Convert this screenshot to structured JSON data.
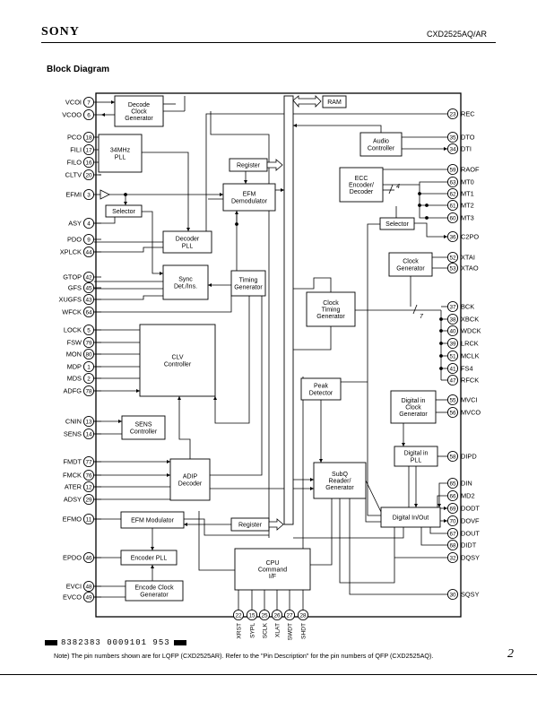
{
  "header": {
    "brand": "SONY",
    "part": "CXD2525AQ/AR"
  },
  "section_title": "Block Diagram",
  "blocks": {
    "decode_clock": [
      "Decode",
      "Clock",
      "Generator"
    ],
    "pll34": [
      "34MHz",
      "PLL"
    ],
    "register_top": [
      "Register"
    ],
    "efm_demod": [
      "EFM",
      "Demodulator"
    ],
    "selector_left": [
      "Selector"
    ],
    "decoder_pll": [
      "Decoder",
      "PLL"
    ],
    "sync_det": [
      "Sync",
      "Det./Ins."
    ],
    "timing_gen": [
      "Timing",
      "Generator"
    ],
    "ram": [
      "RAM"
    ],
    "audio_ctrl": [
      "Audio",
      "Controller"
    ],
    "ecc": [
      "ECC",
      "Encoder/",
      "Decoder"
    ],
    "selector_right": [
      "Selector"
    ],
    "clock_gen": [
      "Clock",
      "Generator"
    ],
    "clock_timing": [
      "Clock",
      "Timing",
      "Generator"
    ],
    "clv": [
      "CLV",
      "Controller"
    ],
    "sens": [
      "SENS",
      "Controller"
    ],
    "peak": [
      "Peak",
      "Detector"
    ],
    "dig_in_clock": [
      "Digital in",
      "Clock",
      "Generator"
    ],
    "dig_in_pll": [
      "Digital in",
      "PLL"
    ],
    "adip": [
      "ADIP",
      "Decoder"
    ],
    "subq": [
      "SubQ",
      "Reader/",
      "Generator"
    ],
    "dig_inout": [
      "Digital In/Out"
    ],
    "efm_mod": [
      "EFM Modulator"
    ],
    "register_bot": [
      "Register"
    ],
    "encoder_pll": [
      "Encoder PLL"
    ],
    "cpu": [
      "CPU",
      "Command",
      "I/F"
    ],
    "encode_clock": [
      "Encode Clock",
      "Generator"
    ]
  },
  "left_pins": [
    {
      "name": "VCOI",
      "num": "7"
    },
    {
      "name": "VCOO",
      "num": "6"
    },
    {
      "name": "PCO",
      "num": "18"
    },
    {
      "name": "FILI",
      "num": "17"
    },
    {
      "name": "FILO",
      "num": "16"
    },
    {
      "name": "CLTV",
      "num": "20"
    },
    {
      "name": "EFMI",
      "num": "3"
    },
    {
      "name": "ASY",
      "num": "4"
    },
    {
      "name": "PDO",
      "num": "9"
    },
    {
      "name": "XPLCK",
      "num": "44"
    },
    {
      "name": "GTOP",
      "num": "42"
    },
    {
      "name": "GFS",
      "num": "45"
    },
    {
      "name": "XUGFS",
      "num": "43"
    },
    {
      "name": "WFCK",
      "num": "64"
    },
    {
      "name": "LOCK",
      "num": "5"
    },
    {
      "name": "FSW",
      "num": "79"
    },
    {
      "name": "MON",
      "num": "80"
    },
    {
      "name": "MDP",
      "num": "1"
    },
    {
      "name": "MDS",
      "num": "2"
    },
    {
      "name": "ADFG",
      "num": "78"
    },
    {
      "name": "CNIN",
      "num": "13"
    },
    {
      "name": "SENS",
      "num": "14"
    },
    {
      "name": "FMDT",
      "num": "77"
    },
    {
      "name": "FMCK",
      "num": "76"
    },
    {
      "name": "ATER",
      "num": "12"
    },
    {
      "name": "ADSY",
      "num": "29"
    },
    {
      "name": "EFMO",
      "num": "11"
    },
    {
      "name": "EPDO",
      "num": "46"
    },
    {
      "name": "EVCI",
      "num": "48"
    },
    {
      "name": "EVCO",
      "num": "49"
    }
  ],
  "right_pins": [
    {
      "name": "REC",
      "num": "23"
    },
    {
      "name": "DTO",
      "num": "35"
    },
    {
      "name": "DTI",
      "num": "34"
    },
    {
      "name": "RAOF",
      "num": "59"
    },
    {
      "name": "MT0",
      "num": "63"
    },
    {
      "name": "MT1",
      "num": "62"
    },
    {
      "name": "MT2",
      "num": "61"
    },
    {
      "name": "MT3",
      "num": "60"
    },
    {
      "name": "C2PO",
      "num": "36"
    },
    {
      "name": "XTAI",
      "num": "52"
    },
    {
      "name": "XTAO",
      "num": "53"
    },
    {
      "name": "BCK",
      "num": "37"
    },
    {
      "name": "XBCK",
      "num": "38"
    },
    {
      "name": "WDCK",
      "num": "40"
    },
    {
      "name": "LRCK",
      "num": "39"
    },
    {
      "name": "MCLK",
      "num": "51"
    },
    {
      "name": "FS4",
      "num": "41"
    },
    {
      "name": "RFCK",
      "num": "47"
    },
    {
      "name": "MVCI",
      "num": "55"
    },
    {
      "name": "MVCO",
      "num": "56"
    },
    {
      "name": "DIPD",
      "num": "58"
    },
    {
      "name": "DIN",
      "num": "65"
    },
    {
      "name": "MD2",
      "num": "66"
    },
    {
      "name": "DODT",
      "num": "69"
    },
    {
      "name": "DOVF",
      "num": "70"
    },
    {
      "name": "DOUT",
      "num": "67"
    },
    {
      "name": "DIDT",
      "num": "68"
    },
    {
      "name": "DQSY",
      "num": "32"
    },
    {
      "name": "SQSY",
      "num": "30"
    }
  ],
  "bottom_pins": [
    {
      "name": "XRST",
      "num": "22"
    },
    {
      "name": "SYPL",
      "num": "15"
    },
    {
      "name": "SCLK",
      "num": "25"
    },
    {
      "name": "XLAT",
      "num": "26"
    },
    {
      "name": "SWDT",
      "num": "27"
    },
    {
      "name": "SHDT",
      "num": "28"
    }
  ],
  "bus_widths": {
    "mt_bus": "4",
    "clock_bus": "7"
  },
  "footer": {
    "barcode": "8382383 0009101 953",
    "note": "Note) The pin numbers shown are for LQFP (CXD2525AR). Refer to the \"Pin Description\" for the pin numbers of QFP (CXD2525AQ).",
    "page": "2"
  }
}
